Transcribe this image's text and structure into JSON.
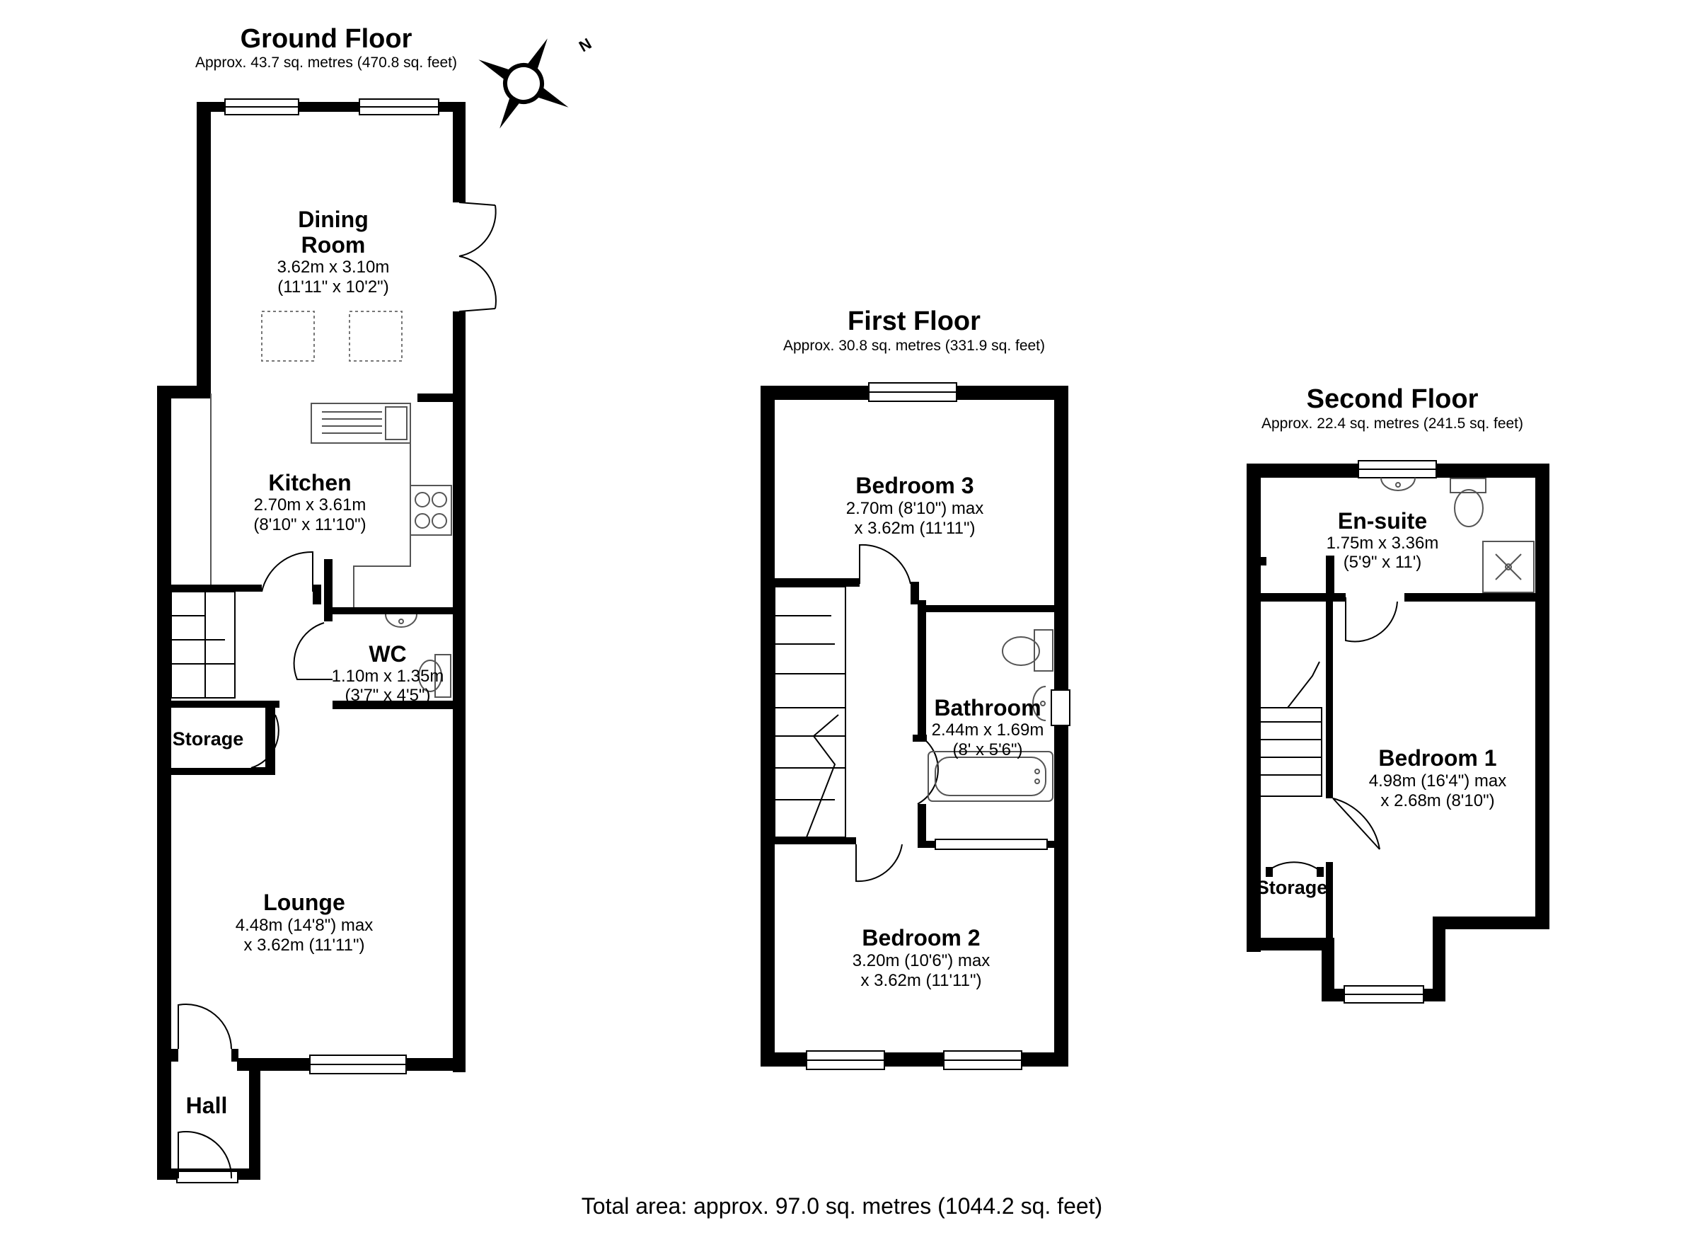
{
  "ground_floor": {
    "title": "Ground Floor",
    "area": "Approx. 43.7 sq. metres (470.8 sq. feet)",
    "rooms": {
      "dining": {
        "name_line1": "Dining",
        "name_line2": "Room",
        "dim1": "3.62m x 3.10m",
        "dim2": "(11'11\" x 10'2\")"
      },
      "kitchen": {
        "name": "Kitchen",
        "dim1": "2.70m x 3.61m",
        "dim2": "(8'10\" x 11'10\")"
      },
      "wc": {
        "name": "WC",
        "dim1": "1.10m x 1.35m",
        "dim2": "(3'7\" x 4'5\")"
      },
      "storage": {
        "name": "Storage"
      },
      "lounge": {
        "name": "Lounge",
        "dim1": "4.48m (14'8\") max",
        "dim2": "x 3.62m (11'11\")"
      },
      "hall": {
        "name": "Hall"
      }
    }
  },
  "first_floor": {
    "title": "First Floor",
    "area": "Approx. 30.8 sq. metres (331.9 sq. feet)",
    "rooms": {
      "bedroom3": {
        "name": "Bedroom 3",
        "dim1": "2.70m (8'10\") max",
        "dim2": "x 3.62m (11'11\")"
      },
      "bathroom": {
        "name": "Bathroom",
        "dim1": "2.44m x 1.69m",
        "dim2": "(8' x 5'6\")"
      },
      "bedroom2": {
        "name": "Bedroom 2",
        "dim1": "3.20m (10'6\") max",
        "dim2": "x 3.62m (11'11\")"
      }
    }
  },
  "second_floor": {
    "title": "Second Floor",
    "area": "Approx. 22.4 sq. metres (241.5 sq. feet)",
    "rooms": {
      "ensuite": {
        "name": "En-suite",
        "dim1": "1.75m x 3.36m",
        "dim2": "(5'9\" x 11')"
      },
      "bedroom1": {
        "name": "Bedroom 1",
        "dim1": "4.98m (16'4\") max",
        "dim2": "x 2.68m (8'10\")"
      },
      "storage": {
        "name": "Storage"
      }
    }
  },
  "compass": {
    "north_label": "N",
    "icon": "compass-icon"
  },
  "total_area": "Total area: approx. 97.0 sq. metres (1044.2 sq. feet)",
  "colors": {
    "wall": "#000000",
    "fixture": "#555555",
    "background": "#ffffff"
  }
}
